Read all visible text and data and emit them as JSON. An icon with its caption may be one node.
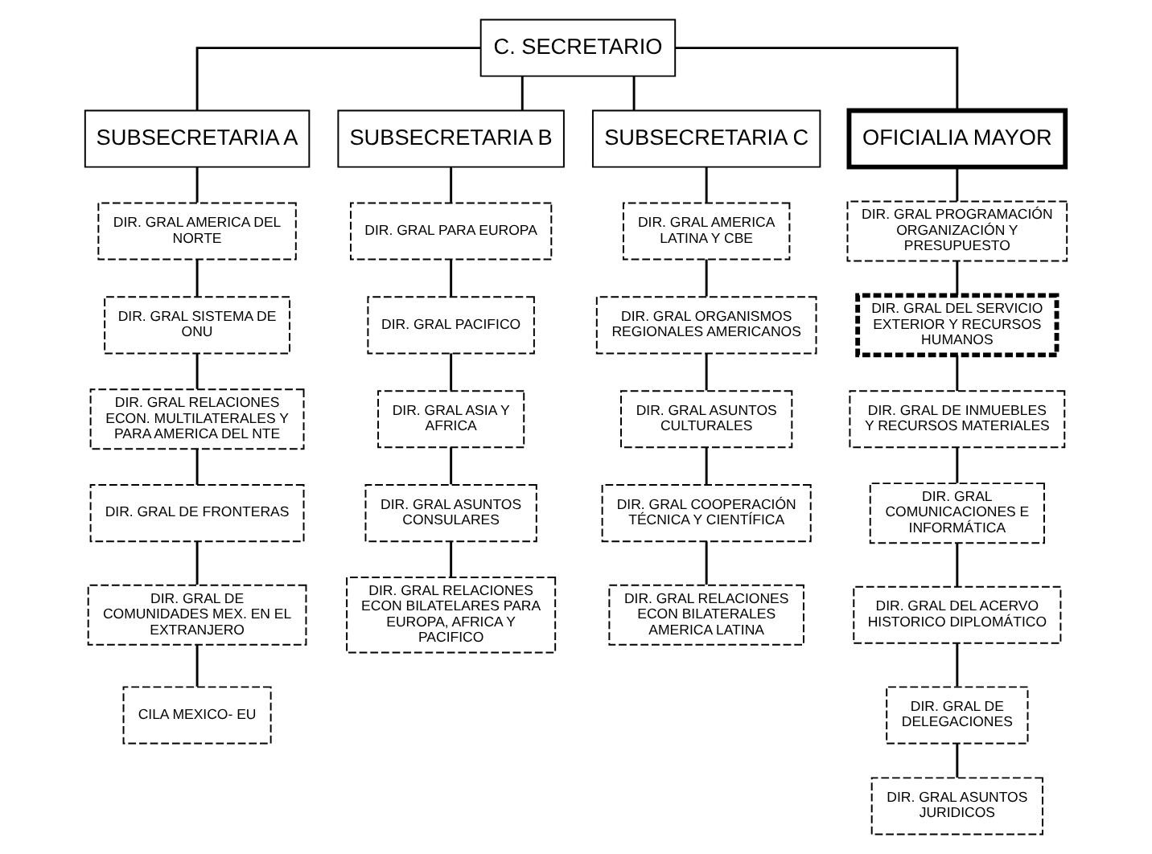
{
  "diagram": {
    "nodes": [
      {
        "text": [
          "C. SECRETARIO"
        ]
      },
      {
        "text": [
          "SUBSECRETARIA A"
        ]
      },
      {
        "text": [
          "SUBSECRETARIA B"
        ]
      },
      {
        "text": [
          "SUBSECRETARIA C"
        ]
      },
      {
        "text": [
          "OFICIALIA MAYOR"
        ]
      },
      {
        "text": [
          "DIR. GRAL AMERICA DEL NORTE"
        ]
      },
      {
        "text": [
          "DIR. GRAL SISTEMA DE ONU"
        ]
      },
      {
        "text": [
          "DIR. GRAL RELACIONES ECON. MULTILATERALES Y PARA AMERICA DEL NTE"
        ]
      },
      {
        "text": [
          "DIR. GRAL DE FRONTERAS"
        ]
      },
      {
        "text": [
          "DIR. GRAL DE COMUNIDADES MEX. EN EL EXTRANJERO"
        ]
      },
      {
        "text": [
          "CILA MEXICO- EU"
        ]
      },
      {
        "text": [
          "DIR. GRAL PARA EUROPA"
        ]
      },
      {
        "text": [
          "DIR. GRAL PACIFICO"
        ]
      },
      {
        "text": [
          "DIR. GRAL ASIA Y AFRICA"
        ]
      },
      {
        "text": [
          "DIR. GRAL ASUNTOS CONSULARES"
        ]
      },
      {
        "text": [
          "DIR. GRAL RELACIONES ECON BILATELARES PARA EUROPA, AFRICA Y PACIFICO"
        ]
      },
      {
        "text": [
          "DIR. GRAL AMERICA LATINA Y CBE"
        ]
      },
      {
        "text": [
          "DIR. GRAL ORGANISMOS REGIONALES AMERICANOS"
        ]
      },
      {
        "text": [
          "DIR. GRAL ASUNTOS CULTURALES"
        ]
      },
      {
        "text": [
          "DIR. GRAL COOPERACIÓN TÉCNICA Y CIENTÍFICA"
        ]
      },
      {
        "text": [
          "DIR. GRAL RELACIONES ECON BILATERALES AMERICA LATINA"
        ]
      },
      {
        "text": [
          "DIR. GRAL PROGRAMACIÓN ORGANIZACIÓN Y PRESUPUESTO"
        ]
      },
      {
        "text": [
          "DIR. GRAL DEL SERVICIO EXTERIOR Y RECURSOS HUMANOS"
        ]
      },
      {
        "text": [
          "DIR. GRAL DE INMUEBLES Y RECURSOS MATERIALES"
        ]
      },
      {
        "text": [
          "DIR. GRAL COMUNICACIONES E INFORMÁTICA"
        ]
      },
      {
        "text": [
          "DIR. GRAL DEL ACERVO HISTORICO DIPLOMÁTICO"
        ]
      },
      {
        "text": [
          "DIR. GRAL DE DELEGACIONES"
        ]
      },
      {
        "text": [
          "DIR. GRAL ASUNTOS JURIDICOS"
        ]
      }
    ],
    "edges": [
      {
        "from": 0,
        "to": 1,
        "arrow": "none"
      },
      {
        "from": 0,
        "to": 2,
        "arrow": "none"
      },
      {
        "from": 0,
        "to": 3,
        "arrow": "none"
      },
      {
        "from": 0,
        "to": 4,
        "arrow": "none"
      },
      {
        "from": 1,
        "to": 5,
        "arrow": "none"
      },
      {
        "from": 5,
        "to": 6,
        "arrow": "none"
      },
      {
        "from": 6,
        "to": 7,
        "arrow": "none"
      },
      {
        "from": 7,
        "to": 8,
        "arrow": "none"
      },
      {
        "from": 8,
        "to": 9,
        "arrow": "none"
      },
      {
        "from": 9,
        "to": 10,
        "arrow": "none"
      },
      {
        "from": 2,
        "to": 11,
        "arrow": "none"
      },
      {
        "from": 11,
        "to": 12,
        "arrow": "none"
      },
      {
        "from": 12,
        "to": 13,
        "arrow": "none"
      },
      {
        "from": 13,
        "to": 14,
        "arrow": "none"
      },
      {
        "from": 14,
        "to": 15,
        "arrow": "none"
      },
      {
        "from": 3,
        "to": 16,
        "arrow": "none"
      },
      {
        "from": 16,
        "to": 17,
        "arrow": "none"
      },
      {
        "from": 17,
        "to": 18,
        "arrow": "none"
      },
      {
        "from": 18,
        "to": 19,
        "arrow": "none"
      },
      {
        "from": 19,
        "to": 20,
        "arrow": "none"
      },
      {
        "from": 4,
        "to": 21,
        "arrow": "none"
      },
      {
        "from": 21,
        "to": 22,
        "arrow": "none"
      },
      {
        "from": 22,
        "to": 23,
        "arrow": "none"
      },
      {
        "from": 23,
        "to": 24,
        "arrow": "none"
      },
      {
        "from": 24,
        "to": 25,
        "arrow": "none"
      },
      {
        "from": 25,
        "to": 26,
        "arrow": "none"
      },
      {
        "from": 26,
        "to": 27,
        "arrow": "none"
      }
    ]
  }
}
